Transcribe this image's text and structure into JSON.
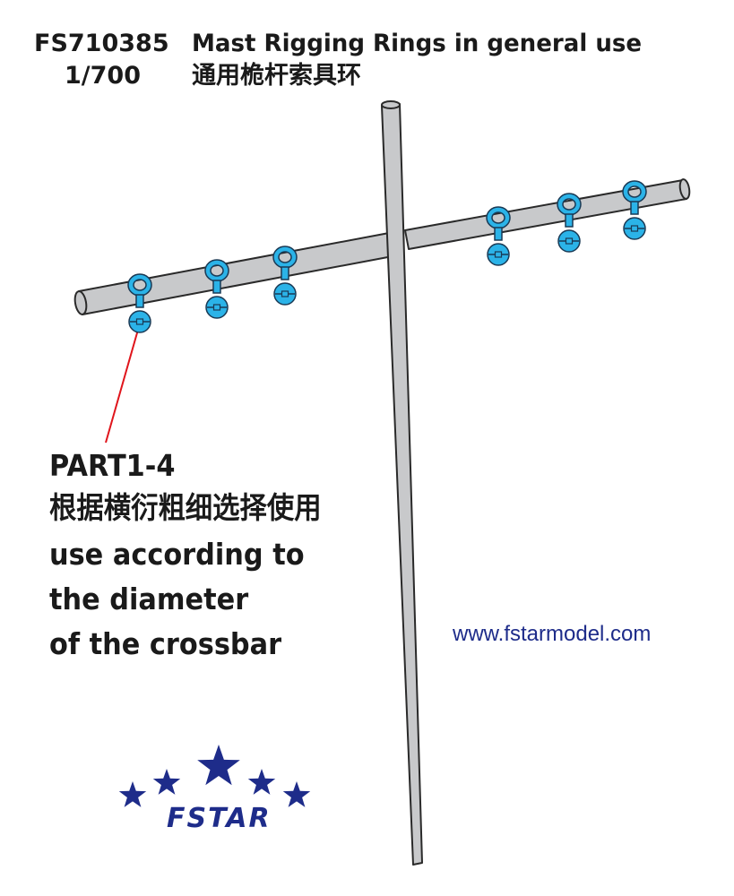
{
  "header": {
    "code": "FS710385",
    "title": "Mast Rigging Rings in general use",
    "scale": "1/700",
    "title_cn": "通用桅杆索具环"
  },
  "callout": {
    "part": "PART1-4",
    "line_cn": "根据横衍粗细选择使用",
    "line1": "use according to",
    "line2": "the diameter",
    "line3": "of the crossbar"
  },
  "website": "www.fstarmodel.com",
  "logo": {
    "text": "FSTAR",
    "icon": "five-stars-logo"
  },
  "colors": {
    "mast_fill": "#c8c9cb",
    "mast_stroke": "#2a2a2a",
    "ring_fill": "#2bb3e8",
    "ring_stroke": "#1a3a55",
    "leader_line": "#e0151c",
    "brand": "#1e2c8a"
  }
}
